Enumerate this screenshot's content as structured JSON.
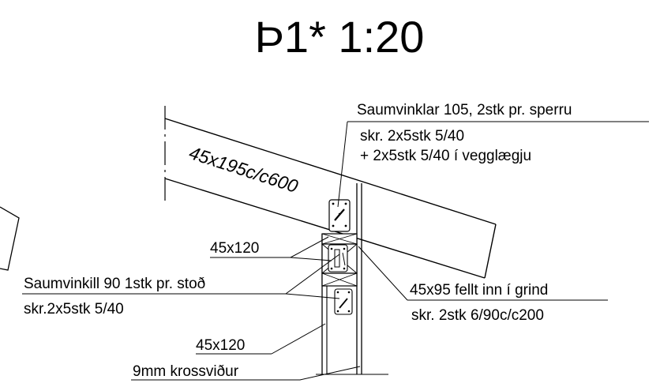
{
  "title": "Þ1* 1:20",
  "rafter_label": "45x195c/c600",
  "callouts": {
    "rafter_bracket_title": "Saumvinklar 105, 2stk pr. sperru",
    "rafter_bracket_line2": "skr. 2x5stk 5/40",
    "rafter_bracket_line3": "+ 2x5stk 5/40 í vegglægju",
    "top_plate": "45x120",
    "post_bracket_title": "Saumvinkill 90 1stk pr. stoð",
    "post_bracket_line2": "skr.2x5stk 5/40",
    "infill_title": "45x95 fellt inn í grind",
    "infill_line2": "skr. 2stk 6/90c/c200",
    "stud": "45x120",
    "plywood": "9mm krossviður"
  }
}
